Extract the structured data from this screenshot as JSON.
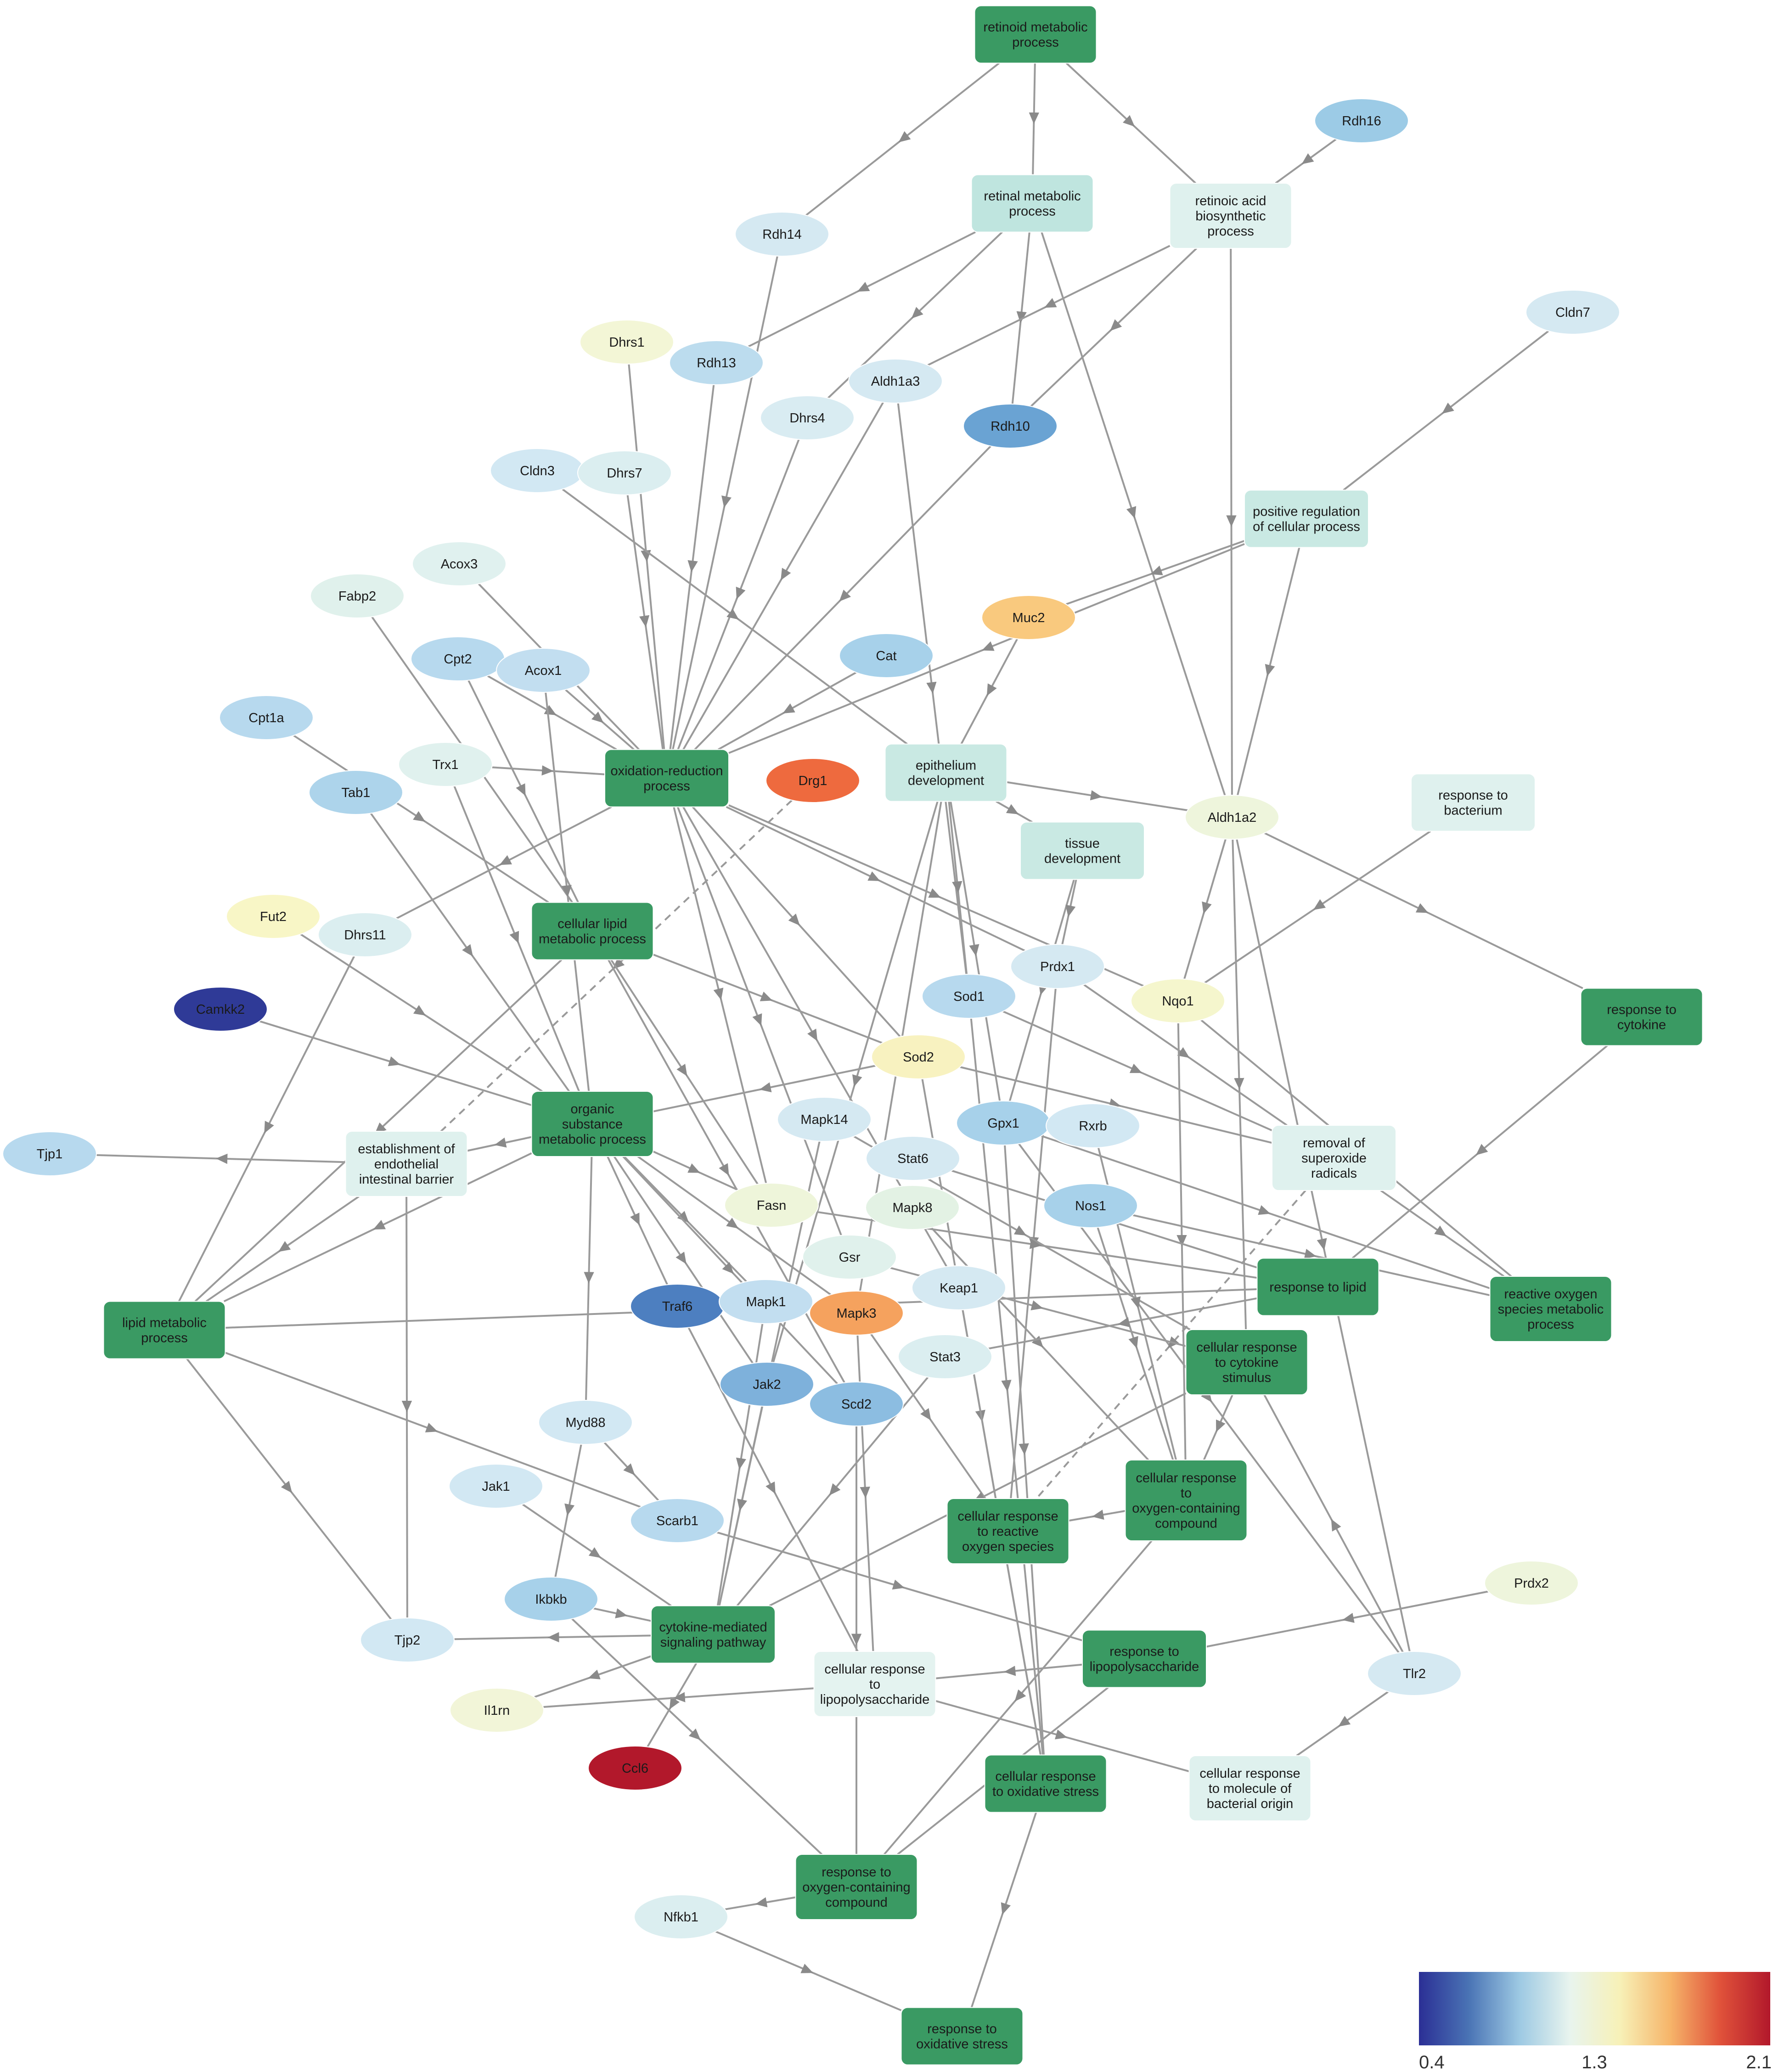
{
  "nodes": [
    {
      "id": "n1",
      "label": "retinoid metabolic\nprocess",
      "type": "process",
      "color": "#3a9a63"
    },
    {
      "id": "n2",
      "label": "retinal metabolic\nprocess",
      "type": "process",
      "color": "#bfe5df"
    },
    {
      "id": "n3",
      "label": "retinoic acid\nbiosynthetic\nprocess",
      "type": "process",
      "color": "#dff1ee"
    },
    {
      "id": "n4",
      "label": "Rdh16",
      "type": "gene",
      "color": "#9ccbe6"
    },
    {
      "id": "n5",
      "label": "Rdh14",
      "type": "gene",
      "color": "#d5e9f2"
    },
    {
      "id": "n6",
      "label": "Cldn7",
      "type": "gene",
      "color": "#d5e9f2"
    },
    {
      "id": "n7",
      "label": "Dhrs1",
      "type": "gene",
      "color": "#f3f6d6"
    },
    {
      "id": "n8",
      "label": "Rdh13",
      "type": "gene",
      "color": "#bcdcee"
    },
    {
      "id": "n9",
      "label": "Aldh1a3",
      "type": "gene",
      "color": "#d5e9f2"
    },
    {
      "id": "n10",
      "label": "Dhrs4",
      "type": "gene",
      "color": "#d9ecf2"
    },
    {
      "id": "n11",
      "label": "Rdh10",
      "type": "gene",
      "color": "#6aa3d3"
    },
    {
      "id": "n12",
      "label": "Cldn3",
      "type": "gene",
      "color": "#d2e8f3"
    },
    {
      "id": "n13",
      "label": "Dhrs7",
      "type": "gene",
      "color": "#dbeef0"
    },
    {
      "id": "n14",
      "label": "positive regulation\nof cellular process",
      "type": "process",
      "color": "#c9e9e3"
    },
    {
      "id": "n15",
      "label": "Acox3",
      "type": "gene",
      "color": "#e0f1ef"
    },
    {
      "id": "n16",
      "label": "Fabp2",
      "type": "gene",
      "color": "#e0f1ec"
    },
    {
      "id": "n17",
      "label": "Muc2",
      "type": "gene",
      "color": "#f9c97e"
    },
    {
      "id": "n18",
      "label": "Cpt2",
      "type": "gene",
      "color": "#b7d9ee"
    },
    {
      "id": "n19",
      "label": "Acox1",
      "type": "gene",
      "color": "#c2def0"
    },
    {
      "id": "n20",
      "label": "Cat",
      "type": "gene",
      "color": "#a7d1ea"
    },
    {
      "id": "n21",
      "label": "Cpt1a",
      "type": "gene",
      "color": "#b7d9ee"
    },
    {
      "id": "n22",
      "label": "Trx1",
      "type": "gene",
      "color": "#e0f1ee"
    },
    {
      "id": "n23",
      "label": "oxidation-reduction\nprocess",
      "type": "process",
      "color": "#3a9a63"
    },
    {
      "id": "n24",
      "label": "Drg1",
      "type": "gene",
      "color": "#ee6a3e"
    },
    {
      "id": "n25",
      "label": "epithelium\ndevelopment",
      "type": "process",
      "color": "#c9e9e3"
    },
    {
      "id": "n26",
      "label": "Aldh1a2",
      "type": "gene",
      "color": "#eef5dc"
    },
    {
      "id": "n27",
      "label": "response to\nbacterium",
      "type": "process",
      "color": "#dff1ee"
    },
    {
      "id": "n28",
      "label": "Tab1",
      "type": "gene",
      "color": "#add4eb"
    },
    {
      "id": "n29",
      "label": "tissue\ndevelopment",
      "type": "process",
      "color": "#c9e9e3"
    },
    {
      "id": "n30",
      "label": "Fut2",
      "type": "gene",
      "color": "#f8f6c6"
    },
    {
      "id": "n31",
      "label": "Dhrs11",
      "type": "gene",
      "color": "#dbeef0"
    },
    {
      "id": "n32",
      "label": "cellular lipid\nmetabolic process",
      "type": "process",
      "color": "#3a9a63"
    },
    {
      "id": "n33",
      "label": "Prdx1",
      "type": "gene",
      "color": "#d5e9f2"
    },
    {
      "id": "n34",
      "label": "Nqo1",
      "type": "gene",
      "color": "#f5f6cd"
    },
    {
      "id": "n35",
      "label": "Sod1",
      "type": "gene",
      "color": "#b7d9ee"
    },
    {
      "id": "n36",
      "label": "response to\ncytokine",
      "type": "process",
      "color": "#3a9a63"
    },
    {
      "id": "n37",
      "label": "Camkk2",
      "type": "gene",
      "color": "#2f3a97"
    },
    {
      "id": "n38",
      "label": "Sod2",
      "type": "gene",
      "color": "#f8f2c0"
    },
    {
      "id": "n39",
      "label": "organic\nsubstance\nmetabolic process",
      "type": "process",
      "color": "#3a9a63"
    },
    {
      "id": "n40",
      "label": "Mapk14",
      "type": "gene",
      "color": "#d5e9f2"
    },
    {
      "id": "n41",
      "label": "Gpx1",
      "type": "gene",
      "color": "#a7d1ea"
    },
    {
      "id": "n42",
      "label": "Rxrb",
      "type": "gene",
      "color": "#d2e8f3"
    },
    {
      "id": "n43",
      "label": "removal of\nsuperoxide\nradicals",
      "type": "process",
      "color": "#dff1ee"
    },
    {
      "id": "n44",
      "label": "Tjp1",
      "type": "gene",
      "color": "#b7d9ee"
    },
    {
      "id": "n45",
      "label": "establishment of\nendothelial\nintestinal barrier",
      "type": "process",
      "color": "#dff1ee"
    },
    {
      "id": "n46",
      "label": "Stat6",
      "type": "gene",
      "color": "#d5e9f2"
    },
    {
      "id": "n47",
      "label": "Fasn",
      "type": "gene",
      "color": "#eef5da"
    },
    {
      "id": "n48",
      "label": "Mapk8",
      "type": "gene",
      "color": "#e3f2e4"
    },
    {
      "id": "n49",
      "label": "Nos1",
      "type": "gene",
      "color": "#a7d1ea"
    },
    {
      "id": "n50",
      "label": "Gsr",
      "type": "gene",
      "color": "#e0f1ec"
    },
    {
      "id": "n51",
      "label": "response to lipid",
      "type": "process",
      "color": "#3a9a63"
    },
    {
      "id": "n52",
      "label": "reactive oxygen\nspecies metabolic\nprocess",
      "type": "process",
      "color": "#3a9a63"
    },
    {
      "id": "n53",
      "label": "lipid metabolic\nprocess",
      "type": "process",
      "color": "#3a9a63"
    },
    {
      "id": "n54",
      "label": "Traf6",
      "type": "gene",
      "color": "#4d7fc0"
    },
    {
      "id": "n55",
      "label": "Mapk1",
      "type": "gene",
      "color": "#c2def0"
    },
    {
      "id": "n56",
      "label": "Mapk3",
      "type": "gene",
      "color": "#f5a25e"
    },
    {
      "id": "n57",
      "label": "Keap1",
      "type": "gene",
      "color": "#d5e9f2"
    },
    {
      "id": "n58",
      "label": "cellular response\nto cytokine\nstimulus",
      "type": "process",
      "color": "#3a9a63"
    },
    {
      "id": "n59",
      "label": "Stat3",
      "type": "gene",
      "color": "#dbeef0"
    },
    {
      "id": "n60",
      "label": "Jak2",
      "type": "gene",
      "color": "#7eb1db"
    },
    {
      "id": "n61",
      "label": "Scd2",
      "type": "gene",
      "color": "#8cbde1"
    },
    {
      "id": "n62",
      "label": "Myd88",
      "type": "gene",
      "color": "#d2e8f3"
    },
    {
      "id": "n63",
      "label": "cellular response\nto\noxygen-containing\ncompound",
      "type": "process",
      "color": "#3a9a63"
    },
    {
      "id": "n64",
      "label": "Jak1",
      "type": "gene",
      "color": "#d2e8f3"
    },
    {
      "id": "n65",
      "label": "cellular response\nto reactive\noxygen species",
      "type": "process",
      "color": "#3a9a63"
    },
    {
      "id": "n66",
      "label": "Scarb1",
      "type": "gene",
      "color": "#b7d9ee"
    },
    {
      "id": "n67",
      "label": "Prdx2",
      "type": "gene",
      "color": "#eef5dc"
    },
    {
      "id": "n68",
      "label": "Ikbkb",
      "type": "gene",
      "color": "#a7d1ea"
    },
    {
      "id": "n69",
      "label": "cytokine-mediated\nsignaling pathway",
      "type": "process",
      "color": "#3a9a63"
    },
    {
      "id": "n70",
      "label": "Tjp2",
      "type": "gene",
      "color": "#d2e8f3"
    },
    {
      "id": "n71",
      "label": "response to\nlipopolysaccharide",
      "type": "process",
      "color": "#3a9a63"
    },
    {
      "id": "n72",
      "label": "cellular response\nto\nlipopolysaccharide",
      "type": "process",
      "color": "#e4f3f0"
    },
    {
      "id": "n73",
      "label": "Tlr2",
      "type": "gene",
      "color": "#d5e9f2"
    },
    {
      "id": "n74",
      "label": "Il1rn",
      "type": "gene",
      "color": "#f2f5d8"
    },
    {
      "id": "n75",
      "label": "Ccl6",
      "type": "gene",
      "color": "#b2182b"
    },
    {
      "id": "n76",
      "label": "cellular response\nto oxidative stress",
      "type": "process",
      "color": "#3a9a63"
    },
    {
      "id": "n77",
      "label": "cellular response\nto molecule of\nbacterial origin",
      "type": "process",
      "color": "#dff1ee"
    },
    {
      "id": "n78",
      "label": "response to\noxygen-containing\ncompound",
      "type": "process",
      "color": "#3a9a63"
    },
    {
      "id": "n79",
      "label": "Nfkb1",
      "type": "gene",
      "color": "#dbeef0"
    },
    {
      "id": "n80",
      "label": "response to\noxidative stress",
      "type": "process",
      "color": "#3a9a63"
    }
  ],
  "edges": [
    {
      "from": "n1",
      "to": "n2"
    },
    {
      "from": "n1",
      "to": "n3"
    },
    {
      "from": "n1",
      "to": "n5"
    },
    {
      "from": "n4",
      "to": "n3"
    },
    {
      "from": "n2",
      "to": "n8"
    },
    {
      "from": "n2",
      "to": "n10"
    },
    {
      "from": "n2",
      "to": "n11"
    },
    {
      "from": "n2",
      "to": "n26"
    },
    {
      "from": "n3",
      "to": "n9"
    },
    {
      "from": "n3",
      "to": "n11"
    },
    {
      "from": "n3",
      "to": "n26"
    },
    {
      "from": "n5",
      "to": "n23"
    },
    {
      "from": "n6",
      "to": "n14"
    },
    {
      "from": "n7",
      "to": "n23"
    },
    {
      "from": "n8",
      "to": "n23"
    },
    {
      "from": "n9",
      "to": "n23"
    },
    {
      "from": "n9",
      "to": "n35"
    },
    {
      "from": "n10",
      "to": "n23"
    },
    {
      "from": "n11",
      "to": "n23"
    },
    {
      "from": "n12",
      "to": "n25"
    },
    {
      "from": "n13",
      "to": "n23"
    },
    {
      "from": "n14",
      "to": "n17"
    },
    {
      "from": "n14",
      "to": "n23"
    },
    {
      "from": "n14",
      "to": "n26"
    },
    {
      "from": "n15",
      "to": "n23"
    },
    {
      "from": "n16",
      "to": "n32"
    },
    {
      "from": "n17",
      "to": "n25"
    },
    {
      "from": "n18",
      "to": "n23"
    },
    {
      "from": "n18",
      "to": "n32"
    },
    {
      "from": "n19",
      "to": "n23"
    },
    {
      "from": "n19",
      "to": "n39"
    },
    {
      "from": "n20",
      "to": "n23"
    },
    {
      "from": "n21",
      "to": "n32"
    },
    {
      "from": "n22",
      "to": "n23"
    },
    {
      "from": "n22",
      "to": "n39"
    },
    {
      "from": "n24",
      "to": "n45",
      "dashed": true
    },
    {
      "from": "n25",
      "to": "n29"
    },
    {
      "from": "n25",
      "to": "n26"
    },
    {
      "from": "n25",
      "to": "n35"
    },
    {
      "from": "n25",
      "to": "n56"
    },
    {
      "from": "n25",
      "to": "n60"
    },
    {
      "from": "n25",
      "to": "n41"
    },
    {
      "from": "n26",
      "to": "n34"
    },
    {
      "from": "n26",
      "to": "n36"
    },
    {
      "from": "n26",
      "to": "n73"
    },
    {
      "from": "n26",
      "to": "n58"
    },
    {
      "from": "n27",
      "to": "n34"
    },
    {
      "from": "n28",
      "to": "n39"
    },
    {
      "from": "n29",
      "to": "n41"
    },
    {
      "from": "n29",
      "to": "n33"
    },
    {
      "from": "n30",
      "to": "n39"
    },
    {
      "from": "n23",
      "to": "n31"
    },
    {
      "from": "n23",
      "to": "n38"
    },
    {
      "from": "n23",
      "to": "n33"
    },
    {
      "from": "n23",
      "to": "n34"
    },
    {
      "from": "n23",
      "to": "n47"
    },
    {
      "from": "n23",
      "to": "n50"
    },
    {
      "from": "n23",
      "to": "n57"
    },
    {
      "from": "n31",
      "to": "n53"
    },
    {
      "from": "n32",
      "to": "n47"
    },
    {
      "from": "n32",
      "to": "n53"
    },
    {
      "from": "n32",
      "to": "n61"
    },
    {
      "from": "n32",
      "to": "n38"
    },
    {
      "from": "n33",
      "to": "n43"
    },
    {
      "from": "n33",
      "to": "n65"
    },
    {
      "from": "n34",
      "to": "n52"
    },
    {
      "from": "n34",
      "to": "n63"
    },
    {
      "from": "n35",
      "to": "n43"
    },
    {
      "from": "n35",
      "to": "n76"
    },
    {
      "from": "n36",
      "to": "n51"
    },
    {
      "from": "n37",
      "to": "n39"
    },
    {
      "from": "n38",
      "to": "n43"
    },
    {
      "from": "n38",
      "to": "n39"
    },
    {
      "from": "n38",
      "to": "n76"
    },
    {
      "from": "n39",
      "to": "n45"
    },
    {
      "from": "n39",
      "to": "n47"
    },
    {
      "from": "n39",
      "to": "n54"
    },
    {
      "from": "n39",
      "to": "n55"
    },
    {
      "from": "n39",
      "to": "n56"
    },
    {
      "from": "n39",
      "to": "n62"
    },
    {
      "from": "n39",
      "to": "n53"
    },
    {
      "from": "n39",
      "to": "n60"
    },
    {
      "from": "n39",
      "to": "n61"
    },
    {
      "from": "n40",
      "to": "n58"
    },
    {
      "from": "n40",
      "to": "n69"
    },
    {
      "from": "n41",
      "to": "n52"
    },
    {
      "from": "n41",
      "to": "n73"
    },
    {
      "from": "n41",
      "to": "n76"
    },
    {
      "from": "n42",
      "to": "n63"
    },
    {
      "from": "n43",
      "to": "n65",
      "dashed": true
    },
    {
      "from": "n43",
      "to": "n52"
    },
    {
      "from": "n45",
      "to": "n44"
    },
    {
      "from": "n45",
      "to": "n70"
    },
    {
      "from": "n45",
      "to": "n53"
    },
    {
      "from": "n46",
      "to": "n51"
    },
    {
      "from": "n47",
      "to": "n51"
    },
    {
      "from": "n48",
      "to": "n63"
    },
    {
      "from": "n49",
      "to": "n52"
    },
    {
      "from": "n49",
      "to": "n63"
    },
    {
      "from": "n50",
      "to": "n58"
    },
    {
      "from": "n51",
      "to": "n53"
    },
    {
      "from": "n51",
      "to": "n59"
    },
    {
      "from": "n53",
      "to": "n66"
    },
    {
      "from": "n53",
      "to": "n70"
    },
    {
      "from": "n54",
      "to": "n72"
    },
    {
      "from": "n55",
      "to": "n69"
    },
    {
      "from": "n56",
      "to": "n72"
    },
    {
      "from": "n56",
      "to": "n65"
    },
    {
      "from": "n57",
      "to": "n76"
    },
    {
      "from": "n58",
      "to": "n69"
    },
    {
      "from": "n58",
      "to": "n63"
    },
    {
      "from": "n59",
      "to": "n69"
    },
    {
      "from": "n60",
      "to": "n69"
    },
    {
      "from": "n61",
      "to": "n78"
    },
    {
      "from": "n62",
      "to": "n66"
    },
    {
      "from": "n62",
      "to": "n68"
    },
    {
      "from": "n63",
      "to": "n65"
    },
    {
      "from": "n63",
      "to": "n78"
    },
    {
      "from": "n64",
      "to": "n69"
    },
    {
      "from": "n66",
      "to": "n71"
    },
    {
      "from": "n67",
      "to": "n71"
    },
    {
      "from": "n68",
      "to": "n69"
    },
    {
      "from": "n69",
      "to": "n70"
    },
    {
      "from": "n69",
      "to": "n74"
    },
    {
      "from": "n69",
      "to": "n75"
    },
    {
      "from": "n71",
      "to": "n72"
    },
    {
      "from": "n72",
      "to": "n74"
    },
    {
      "from": "n72",
      "to": "n77"
    },
    {
      "from": "n73",
      "to": "n77"
    },
    {
      "from": "n73",
      "to": "n58"
    },
    {
      "from": "n76",
      "to": "n80"
    },
    {
      "from": "n78",
      "to": "n79"
    },
    {
      "from": "n79",
      "to": "n80"
    },
    {
      "from": "n71",
      "to": "n78"
    },
    {
      "from": "n68",
      "to": "n78"
    }
  ],
  "legend": {
    "ticks": [
      "0.4",
      "1.3",
      "2.1"
    ],
    "gradient": [
      "#2b2f95",
      "#4a74b5",
      "#9dc9e3",
      "#e8f4ee",
      "#f7f1b8",
      "#f6b56a",
      "#e0523a",
      "#b2182b"
    ]
  }
}
